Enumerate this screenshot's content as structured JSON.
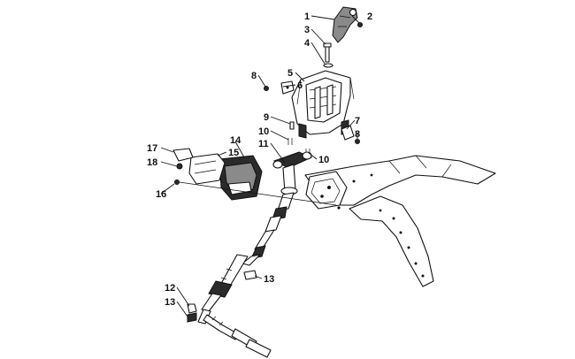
{
  "diagram": {
    "callouts": [
      {
        "id": "c1",
        "label": "1"
      },
      {
        "id": "c2",
        "label": "2"
      },
      {
        "id": "c3",
        "label": "3"
      },
      {
        "id": "c4",
        "label": "4"
      },
      {
        "id": "c5",
        "label": "5"
      },
      {
        "id": "c6",
        "label": "6"
      },
      {
        "id": "c7",
        "label": "7"
      },
      {
        "id": "c8a",
        "label": "8"
      },
      {
        "id": "c8b",
        "label": "8"
      },
      {
        "id": "c9",
        "label": "9"
      },
      {
        "id": "c10a",
        "label": "10"
      },
      {
        "id": "c10b",
        "label": "10"
      },
      {
        "id": "c11",
        "label": "11"
      },
      {
        "id": "c12",
        "label": "12"
      },
      {
        "id": "c13a",
        "label": "13"
      },
      {
        "id": "c13b",
        "label": "13"
      },
      {
        "id": "c14",
        "label": "14"
      },
      {
        "id": "c15",
        "label": "15"
      },
      {
        "id": "c16",
        "label": "16"
      },
      {
        "id": "c17",
        "label": "17"
      },
      {
        "id": "c18",
        "label": "18"
      }
    ]
  }
}
